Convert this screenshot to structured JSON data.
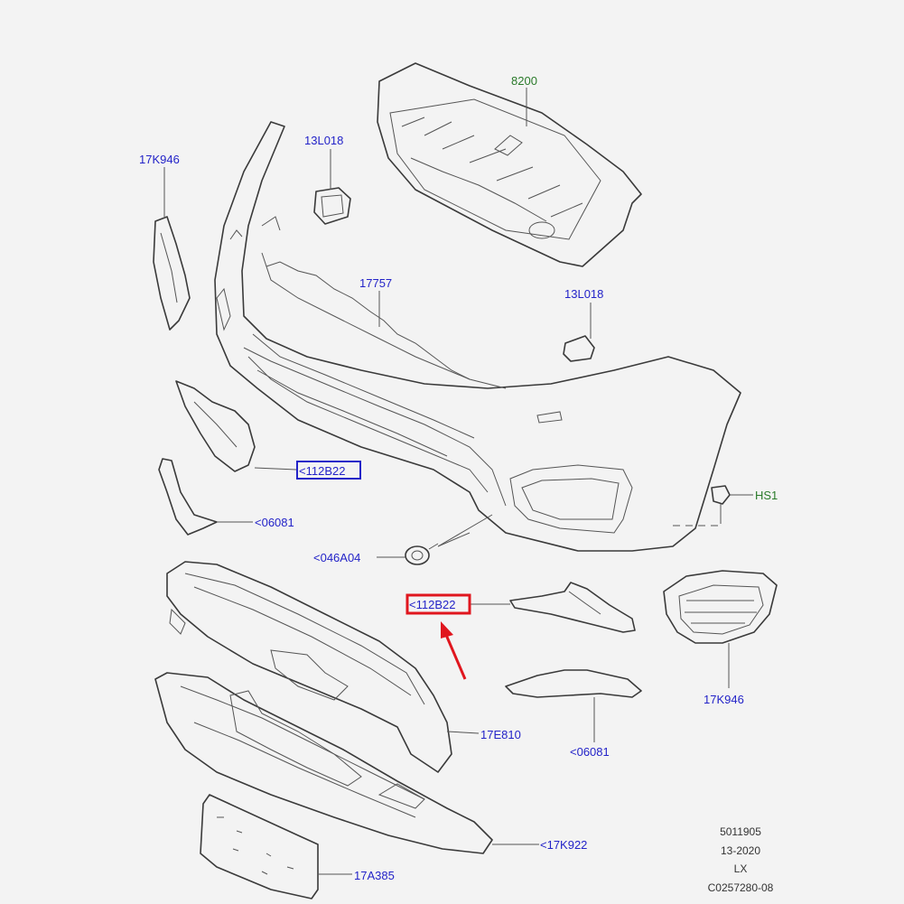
{
  "labels": {
    "grille": "8200",
    "clip_top": "13L018",
    "bracket_left": "17K946",
    "bumper_cover": "17757",
    "clip_right": "13L018",
    "bracket_upper_left": "<112B22",
    "trim_left": "<06081",
    "sensor": "<046A04",
    "bracket_right_highlight": "<112B22",
    "screw": "HS1",
    "fog_grille_right": "17K946",
    "lower_grille": "17E810",
    "trim_right": "<06081",
    "undertray": "<17K922",
    "plate_bracket": "17A385"
  },
  "reference": {
    "line1": "5011905",
    "line2": "13-2020",
    "line3": "LX",
    "line4": "C0257280-08"
  },
  "colors": {
    "part_label": "#2323c8",
    "fastener_label": "#2a7a2a",
    "highlight": "#e0161e"
  }
}
